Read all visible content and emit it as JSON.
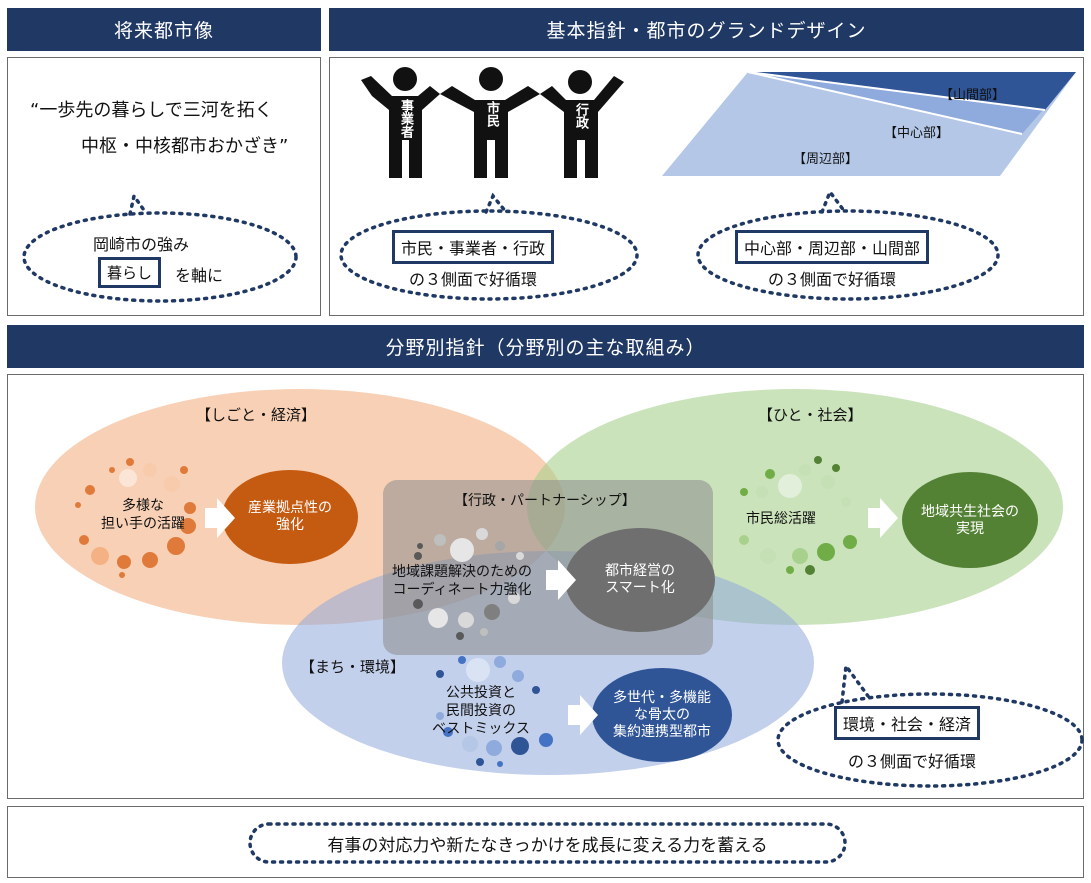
{
  "header": {
    "future_vision": "将来都市像",
    "basic_policy": "基本指針・都市のグランドデザイン",
    "field_policy": "分野別指針（分野別の主な取組み）"
  },
  "vision": {
    "line1": "“一歩先の暮らしで三河を拓く",
    "line2": "中枢・中核都市おかざき”",
    "bubble_line1": "岡崎市の強み",
    "bubble_box": "暮らし",
    "bubble_suffix": "を軸に"
  },
  "figures": {
    "labels": [
      "事業者",
      "市民",
      "行政"
    ],
    "bubble_box": "市民・事業者・行政",
    "bubble_line2": "の３側面で好循環"
  },
  "zones": {
    "mountain": "【山間部】",
    "center": "【中心部】",
    "periphery": "【周辺部】",
    "bubble_box": "中心部・周辺部・山間部",
    "bubble_line2": "の３側面で好循環"
  },
  "fields": {
    "work_title": "【しごと・経済】",
    "work_left": "多様な\n担い手の活躍",
    "work_circle": "産業拠点性の\n強化",
    "people_title": "【ひと・社会】",
    "people_left": "市民総活躍",
    "people_circle": "地域共生社会の\n実現",
    "admin_title": "【行政・パートナーシップ】",
    "admin_left": "地域課題解決のための\nコーディネート力強化",
    "admin_circle": "都市経営の\nスマート化",
    "town_title": "【まち・環境】",
    "town_left": "公共投資と\n民間投資の\nベストミックス",
    "town_circle": "多世代・多機能\nな骨太の\n集約連携型都市",
    "bubble_box": "環境・社会・経済",
    "bubble_line2": "の３側面で好循環"
  },
  "footer": {
    "text": "有事の対応力や新たなきっかけを成長に変える力を蓄える"
  },
  "colors": {
    "navy": "#1f3864",
    "work": "#f4b183",
    "work_circle": "#c55a11",
    "people": "#a9d18e",
    "people_circle": "#548235",
    "town": "#8faadc",
    "town_circle": "#2f5597",
    "admin": "#8c8c8c",
    "admin_circle": "#6f6f6f"
  }
}
